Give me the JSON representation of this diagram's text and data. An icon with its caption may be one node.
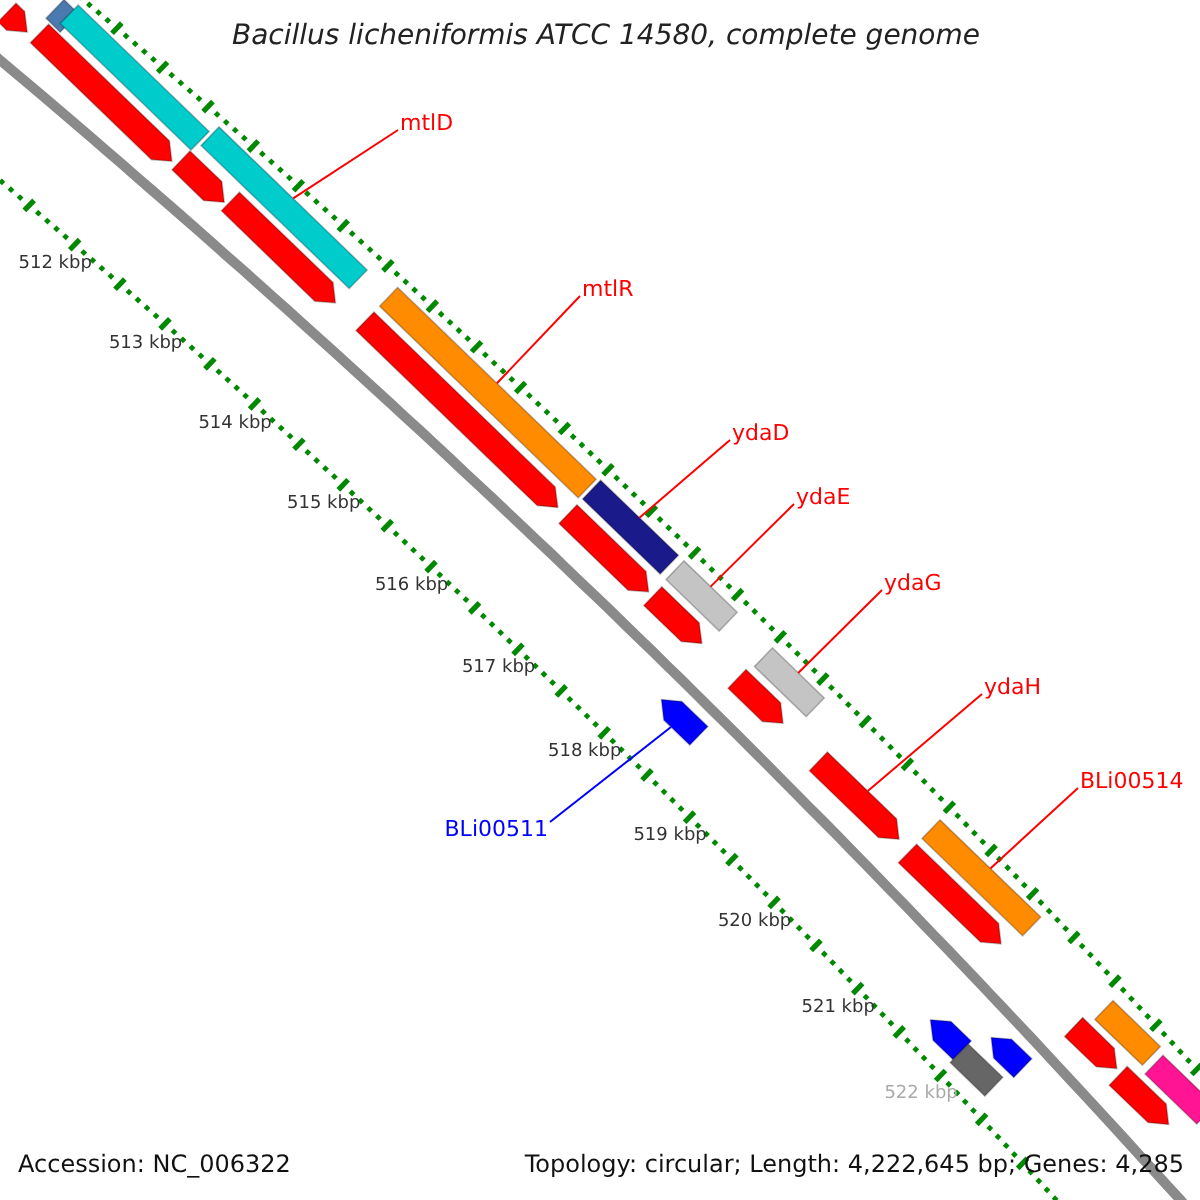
{
  "diagram": {
    "title": "Bacillus licheniformis ATCC 14580, complete genome",
    "nodes": [
      {
        "text": [
          "mtlD"
        ]
      },
      {
        "text": [
          "mtlR"
        ]
      },
      {
        "text": [
          "ydaD"
        ]
      },
      {
        "text": [
          "ydaE"
        ]
      },
      {
        "text": [
          "ydaG"
        ]
      },
      {
        "text": [
          "ydaH"
        ]
      },
      {
        "text": [
          "BLi00511"
        ]
      },
      {
        "text": [
          "BLi00514"
        ]
      },
      {
        "text": [],
        "shape": "bar"
      },
      {
        "text": [],
        "shape": "bar"
      },
      {
        "text": [],
        "shape": "bar"
      },
      {
        "text": [],
        "shape": "bar"
      },
      {
        "text": [],
        "shape": "bar"
      },
      {
        "text": [],
        "shape": "bar"
      },
      {
        "text": [],
        "shape": "bar"
      },
      {
        "text": [],
        "shape": "bar"
      },
      {
        "text": [],
        "shape": "bar"
      },
      {
        "text": [],
        "shape": "bar"
      },
      {
        "text": [],
        "shape": "bar"
      },
      {
        "text": [],
        "shape": "bar"
      },
      {
        "text": [],
        "shape": "bar"
      },
      {
        "text": [],
        "shape": "bar"
      },
      {
        "text": [],
        "shape": "bar"
      },
      {
        "text": [],
        "shape": "bar"
      },
      {
        "text": [],
        "shape": "bar"
      },
      {
        "text": [],
        "shape": "bar"
      },
      {
        "text": [],
        "shape": "bar"
      },
      {
        "text": [],
        "shape": "bar"
      },
      {
        "text": [],
        "shape": "bar"
      },
      {
        "text": [],
        "shape": "bar"
      },
      {
        "text": [],
        "shape": "bar"
      },
      {
        "text": [],
        "shape": "bar"
      },
      {
        "text": [],
        "shape": "bar"
      },
      {
        "text": [],
        "shape": "bar"
      }
    ],
    "edges": [
      {
        "from": 0,
        "to": 13,
        "arrow": "none"
      },
      {
        "from": 1,
        "to": 16,
        "arrow": "none"
      },
      {
        "from": 2,
        "to": 17,
        "arrow": "none"
      },
      {
        "from": 3,
        "to": 20,
        "arrow": "none"
      },
      {
        "from": 4,
        "to": 23,
        "arrow": "none"
      },
      {
        "from": 5,
        "to": 24,
        "arrow": "none"
      },
      {
        "from": 6,
        "to": 21,
        "arrow": "none",
        "color": "#0000ff"
      },
      {
        "from": 7,
        "to": 26,
        "arrow": "none"
      }
    ],
    "labels": [
      "512 kbp",
      "513 kbp",
      "514 kbp",
      "515 kbp",
      "516 kbp",
      "517 kbp",
      "518 kbp",
      "519 kbp",
      "520 kbp",
      "521 kbp",
      "522 kbp",
      "Accession: NC_006322",
      "Topology: circular; Length: 4,222,645 bp; Genes: 4,285"
    ]
  }
}
